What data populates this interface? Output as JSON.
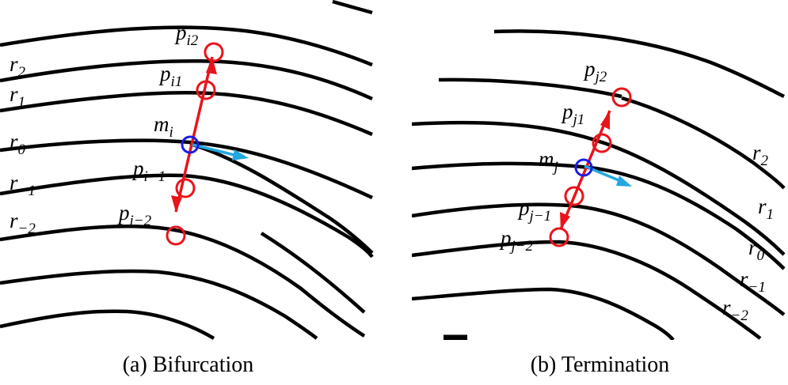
{
  "panel_a": {
    "caption": "(a) Bifurcation",
    "ridge_labels": [
      "r",
      "r",
      "r",
      "r",
      "r"
    ],
    "ridge_subs": [
      "2",
      "1",
      "0",
      "−1",
      "−2"
    ],
    "point_labels": [
      "p",
      "p",
      "m",
      "p",
      "p"
    ],
    "point_subs": [
      "i2",
      "i1",
      "i",
      "i−1",
      "i−2"
    ]
  },
  "panel_b": {
    "caption": "(b) Termination",
    "ridge_labels": [
      "r",
      "r",
      "r",
      "r",
      "r"
    ],
    "ridge_subs": [
      "2",
      "1",
      "0",
      "−1",
      "−2"
    ],
    "point_labels": [
      "p",
      "p",
      "m",
      "p",
      "p"
    ],
    "point_subs": [
      "j2",
      "j1",
      "j",
      "j−1",
      "j−2"
    ]
  },
  "colors": {
    "ridge": "#000000",
    "marker": "#e8141b",
    "center": "#1b1be6",
    "direction": "#22a7e0"
  }
}
